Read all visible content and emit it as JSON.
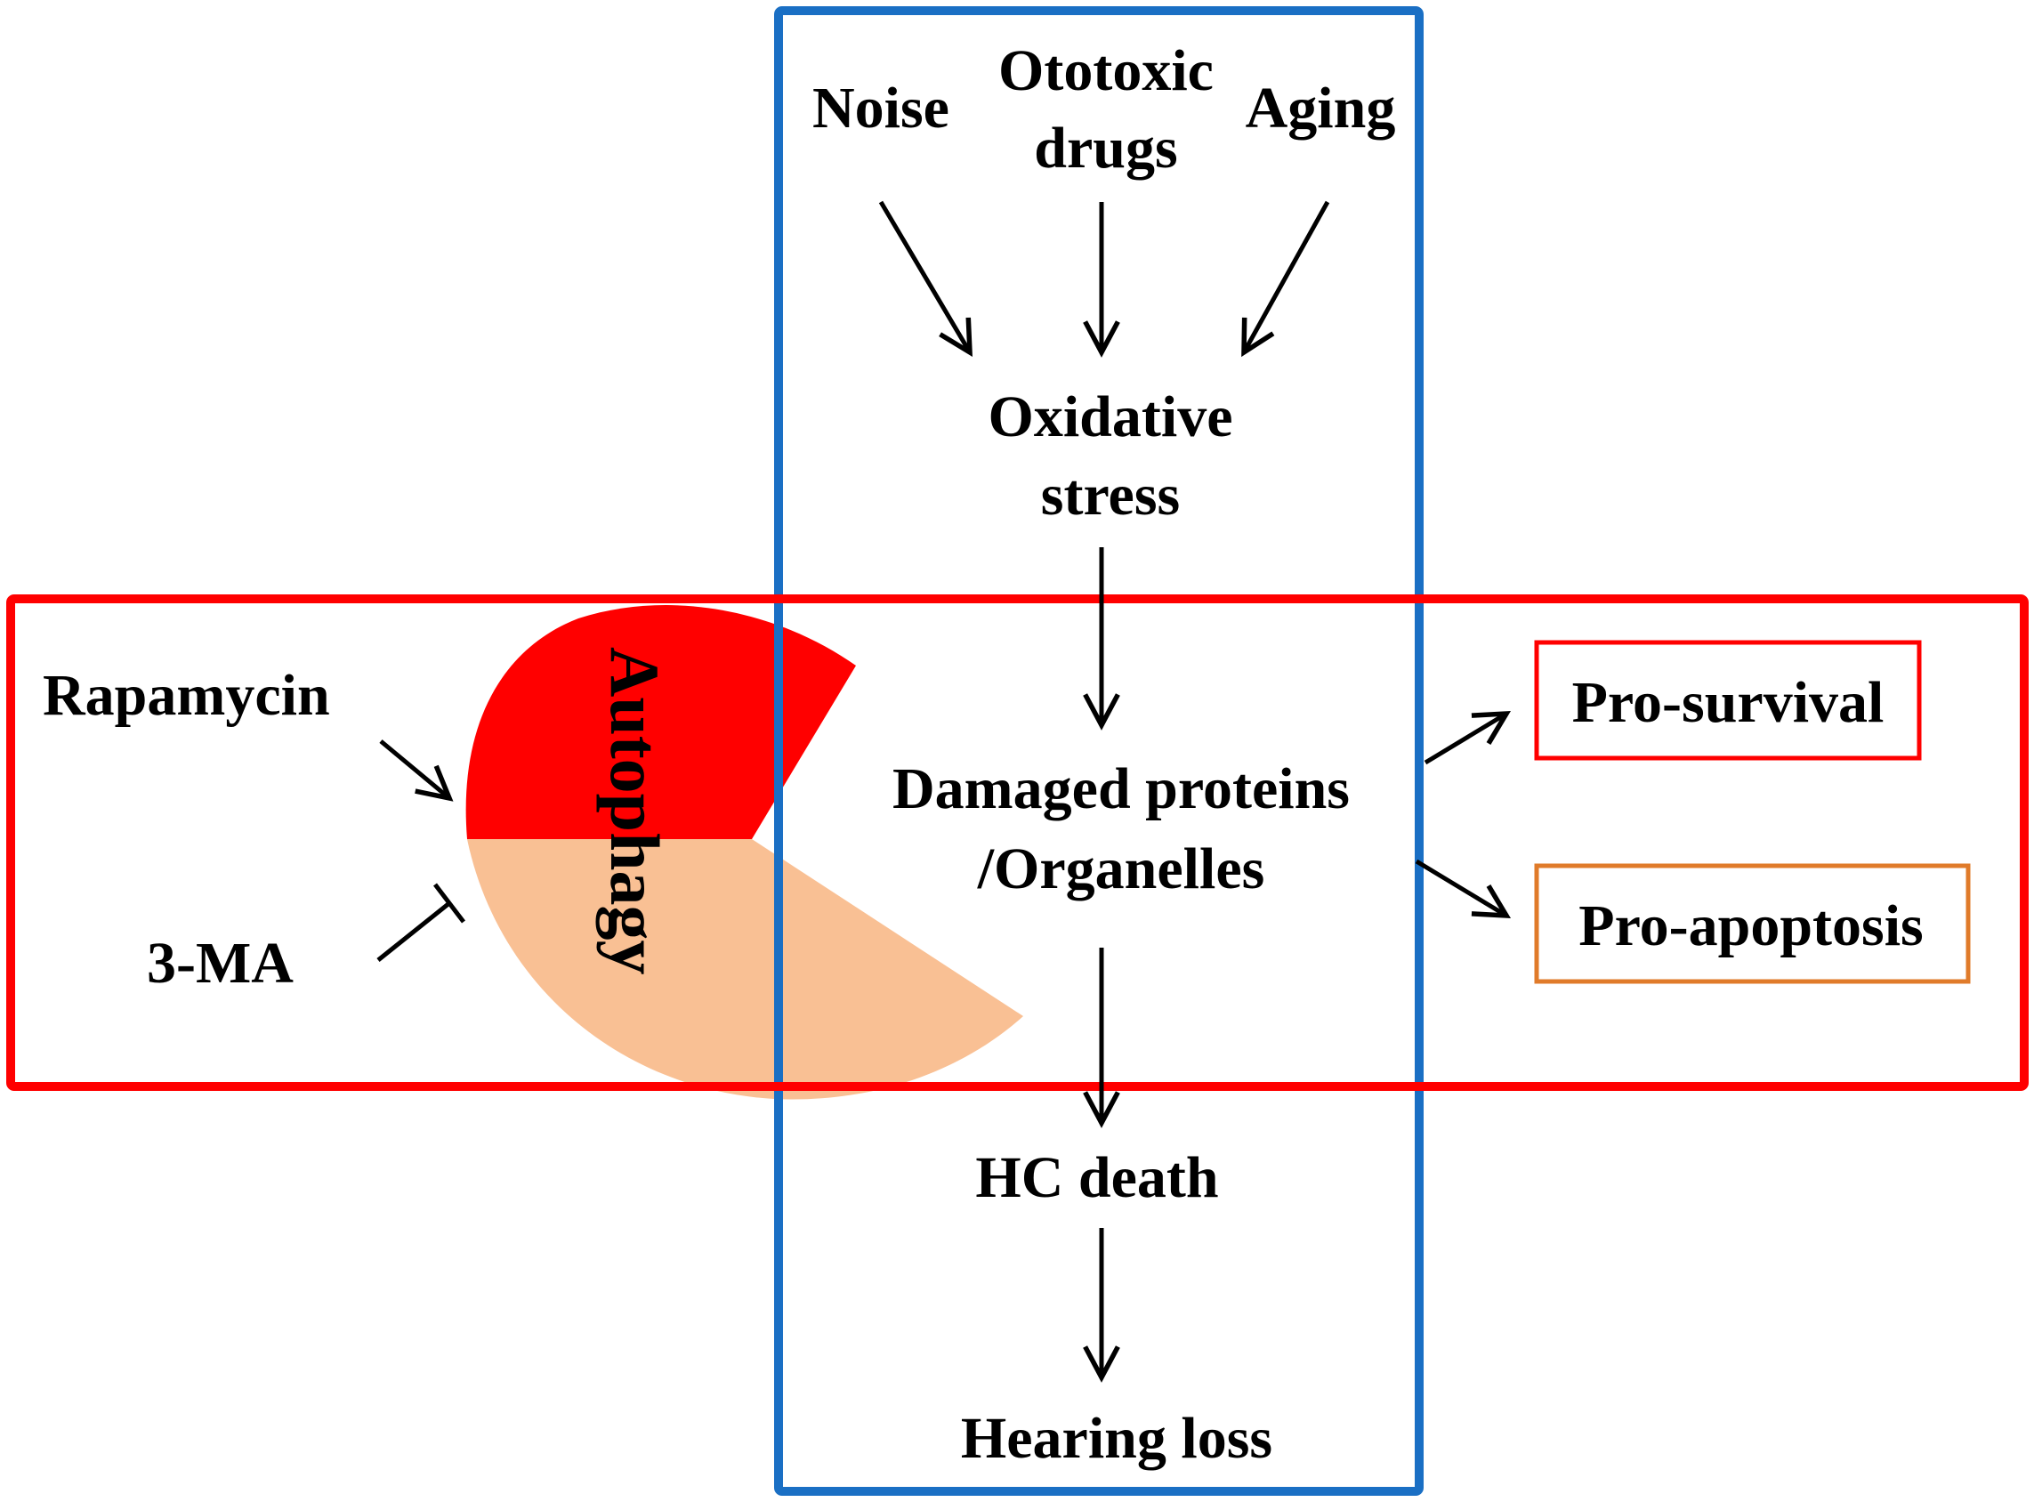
{
  "colors": {
    "vertical_frame": "#1a6fc4",
    "horizontal_frame": "#ff0000",
    "autophagy_top": "#ff0000",
    "autophagy_bottom": "#f9c094",
    "pro_survival_border": "#ff0000",
    "pro_apoptosis_border": "#e07b2a",
    "arrows": "#000000"
  },
  "causes": {
    "noise": "Noise",
    "ototoxic_line1": "Ototoxic",
    "ototoxic_line2": "drugs",
    "aging": "Aging"
  },
  "oxidative_stress": {
    "line1": "Oxidative",
    "line2": "stress"
  },
  "damaged": {
    "line1": "Damaged proteins",
    "line2": "/Organelles"
  },
  "hc_death": "HC death",
  "hearing_loss": "Hearing loss",
  "autophagy": "Autophagy",
  "rapamycin": "Rapamycin",
  "three_ma": "3-MA",
  "outcomes": {
    "pro_survival": "Pro-survival",
    "pro_apoptosis": "Pro-apoptosis"
  }
}
